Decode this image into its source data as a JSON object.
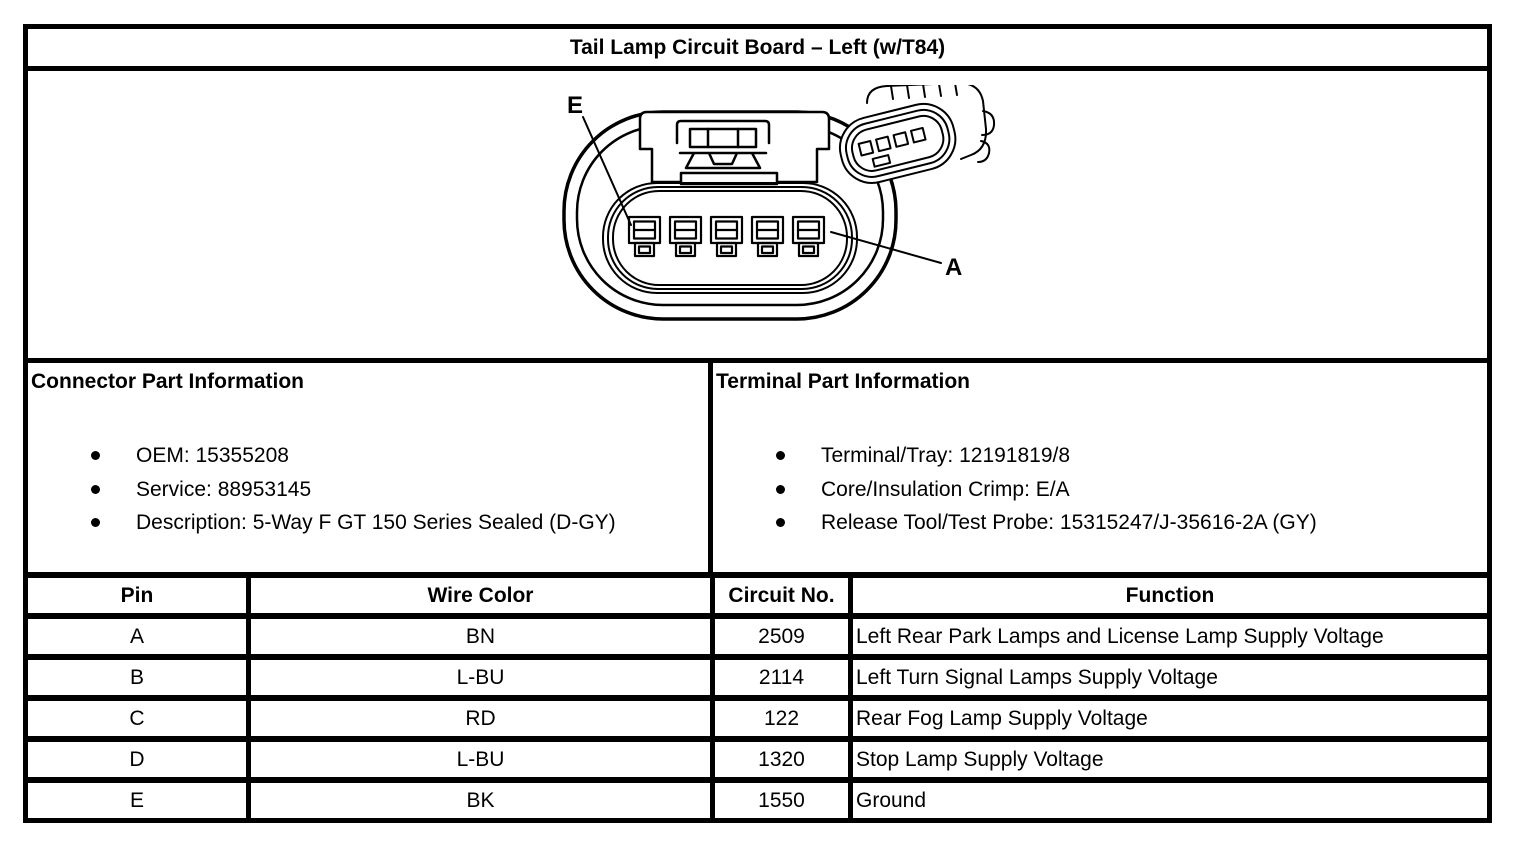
{
  "title": "Tail Lamp Circuit Board – Left (w/T84)",
  "diagram": {
    "label_e": "E",
    "label_a": "A"
  },
  "connector_info": {
    "heading": "Connector Part Information",
    "items": [
      "OEM: 15355208",
      "Service: 88953145",
      "Description: 5-Way F GT 150 Series Sealed (D-GY)"
    ]
  },
  "terminal_info": {
    "heading": "Terminal Part Information",
    "items": [
      "Terminal/Tray: 12191819/8",
      "Core/Insulation Crimp: E/A",
      "Release Tool/Test Probe: 15315247/J-35616-2A (GY)"
    ]
  },
  "pin_table": {
    "headers": [
      "Pin",
      "Wire Color",
      "Circuit No.",
      "Function"
    ],
    "rows": [
      {
        "pin": "A",
        "wire_color": "BN",
        "circuit_no": "2509",
        "function": "Left Rear Park Lamps and License Lamp Supply Voltage"
      },
      {
        "pin": "B",
        "wire_color": "L-BU",
        "circuit_no": "2114",
        "function": "Left Turn Signal Lamps Supply Voltage"
      },
      {
        "pin": "C",
        "wire_color": "RD",
        "circuit_no": "122",
        "function": "Rear Fog Lamp Supply Voltage"
      },
      {
        "pin": "D",
        "wire_color": "L-BU",
        "circuit_no": "1320",
        "function": "Stop Lamp Supply Voltage"
      },
      {
        "pin": "E",
        "wire_color": "BK",
        "circuit_no": "1550",
        "function": "Ground"
      }
    ]
  },
  "colors": {
    "line": "#000000",
    "background": "#ffffff"
  }
}
